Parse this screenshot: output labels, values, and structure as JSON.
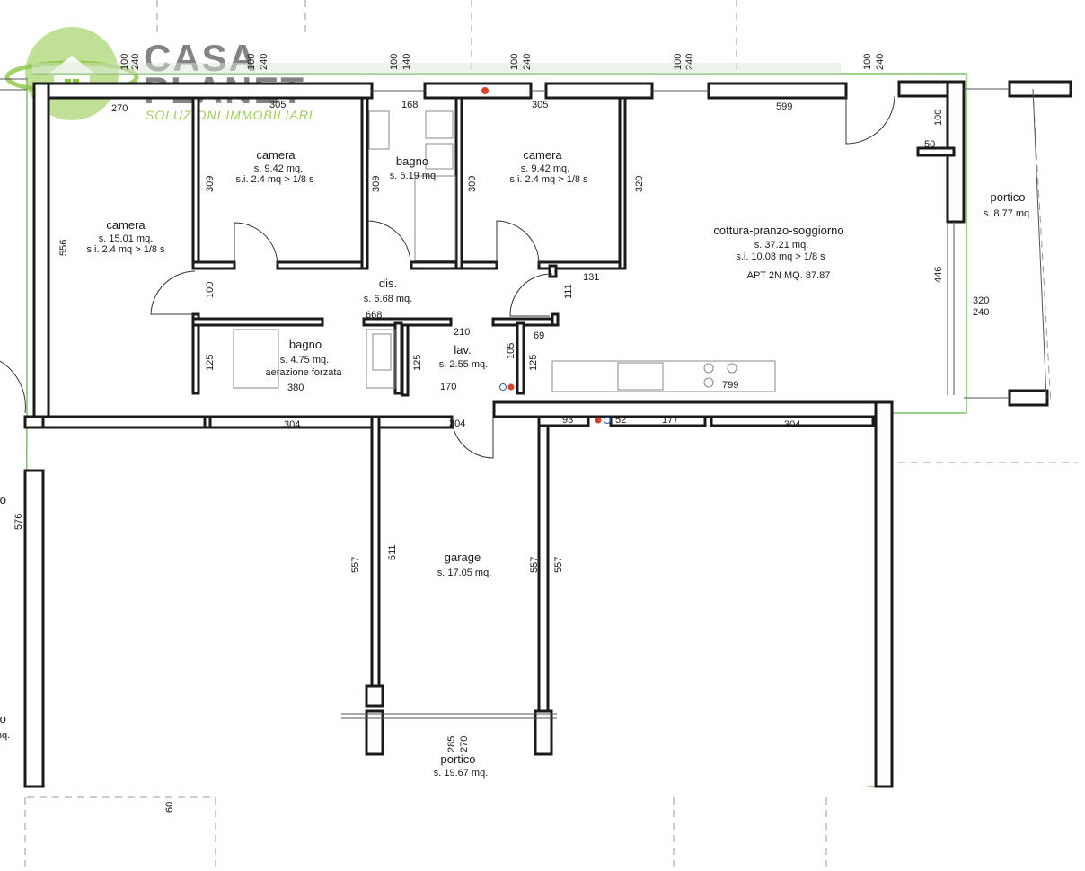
{
  "logo": {
    "line1": "CASA",
    "line2": "PLANET",
    "tagline": "SOLUZIONI IMMOBILIARI"
  },
  "apartment_label": "APT 2N  MQ. 87.87",
  "rooms": {
    "camera_left": {
      "name": "camera",
      "s": "s. 15.01 mq.",
      "si": "s.i. 2.4 mq > 1/8 s"
    },
    "camera_mid": {
      "name": "camera",
      "s": "s. 9.42 mq.",
      "si": "s.i. 2.4 mq > 1/8 s"
    },
    "bagno_top": {
      "name": "bagno",
      "s": "s. 5.19 mq."
    },
    "camera_right": {
      "name": "camera",
      "s": "s. 9.42 mq.",
      "si": "s.i. 2.4 mq > 1/8 s"
    },
    "living": {
      "name": "cottura-pranzo-soggiorno",
      "s": "s. 37.21 mq.",
      "si": "s.i. 10.08 mq > 1/8 s"
    },
    "portico_right": {
      "name": "portico",
      "s": "s. 8.77 mq."
    },
    "dis": {
      "name": "dis.",
      "s": "s. 6.68 mq."
    },
    "bagno_bottom": {
      "name": "bagno",
      "s": "s. 4.75 mq.",
      "note": "aerazione forzata"
    },
    "lav": {
      "name": "lav.",
      "s": "s. 2.55 mq."
    },
    "garage": {
      "name": "garage",
      "s": "s. 17.05 mq."
    },
    "portico_bottom": {
      "name": "portico",
      "s": "s. 19.67 mq."
    },
    "edge_so": "so",
    "edge_co": "co",
    "edge_mq": "mq."
  },
  "dimensions": {
    "d270": "270",
    "d305a": "305",
    "d168": "168",
    "d305b": "305",
    "d599": "599",
    "w100a": "100",
    "w240a": "240",
    "w100b": "100",
    "w240b": "240",
    "w100c": "100",
    "w140": "140",
    "w100d": "100",
    "w240c": "240",
    "w100e": "100",
    "w240d": "240",
    "w100f": "100",
    "w240e": "240",
    "d556": "556",
    "d309a": "309",
    "d309b": "309",
    "d309c": "309",
    "d320a": "320",
    "d100v": "100",
    "d50": "50",
    "d446": "446",
    "d320b": "320",
    "d240b": "240",
    "d131": "131",
    "d111": "111",
    "d100l": "100",
    "d668": "668",
    "d210": "210",
    "d69": "69",
    "d125a": "125",
    "d125b": "125",
    "d105": "105",
    "d125c": "125",
    "d380": "380",
    "d170": "170",
    "d799": "799",
    "d304": "304",
    "d93": "93",
    "d52": "52",
    "d177": "177",
    "d304b": "304",
    "d304c": "304",
    "d576": "576",
    "d557a": "557",
    "d511": "511",
    "d557b": "557",
    "d557c": "557",
    "d285": "285",
    "d270b": "270",
    "d60": "60"
  }
}
